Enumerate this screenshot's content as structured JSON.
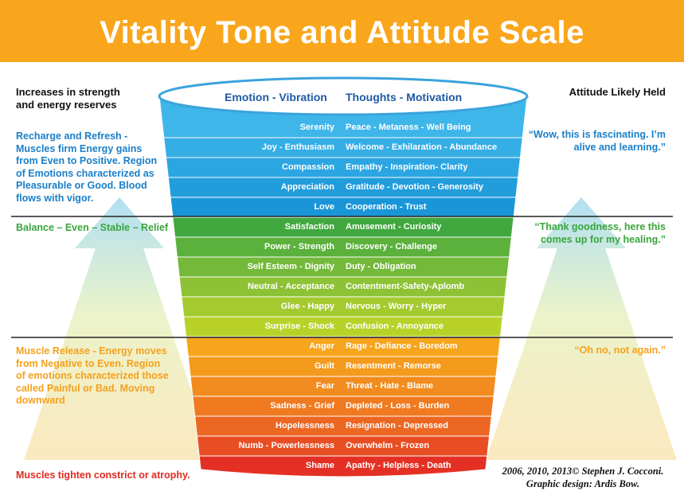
{
  "title": "Vitality Tone and Attitude Scale",
  "columns": {
    "emotion_header": "Emotion - Vibration",
    "thoughts_header": "Thoughts - Motivation"
  },
  "left": {
    "header": [
      "Increases in strength",
      "and energy reserves"
    ],
    "top_region": [
      "Recharge and Refresh -",
      "Muscles firm Energy gains",
      "from Even to Positive. Region",
      "of Emotions characterized as",
      "Pleasurable or Good. Blood",
      "flows with vigor."
    ],
    "balance": "Balance – Even – Stable – Relief",
    "bottom_region": [
      "Muscle Release - Energy moves",
      "from Negative to Even. Region",
      "of emotions characterized those",
      "called Painful or Bad. Moving",
      "downward"
    ],
    "bottom_note": "Muscles tighten constrict or atrophy."
  },
  "right": {
    "header": "Attitude Likely Held",
    "quote_top": [
      "“Wow, this is fascinating. I’m",
      "alive and learning.”"
    ],
    "quote_mid": [
      "“Thank goodness, here this",
      "comes up for my healing.”"
    ],
    "quote_bottom": "“Oh no, not again.”"
  },
  "rows": [
    {
      "emotion": "Serenity",
      "thought": "Peace - Metaness - Well Being",
      "color": "#3fb6ea"
    },
    {
      "emotion": "Joy - Enthusiasm",
      "thought": "Welcome - Exhilaration - Abundance",
      "color": "#35aee6"
    },
    {
      "emotion": "Compassion",
      "thought": "Empathy - Inspiration- Clarity",
      "color": "#2ba6e2"
    },
    {
      "emotion": "Appreciation",
      "thought": "Gratitude - Devotion - Generosity",
      "color": "#229ddc"
    },
    {
      "emotion": "Love",
      "thought": "Cooperation - Trust",
      "color": "#1a96d8"
    },
    {
      "emotion": "Satisfaction",
      "thought": "Amusement - Curiosity",
      "color": "#40a83f"
    },
    {
      "emotion": "Power - Strength",
      "thought": "Discovery - Challenge",
      "color": "#5bb13c"
    },
    {
      "emotion": "Self Esteem - Dignity",
      "thought": "Duty - Obligation",
      "color": "#74b93a"
    },
    {
      "emotion": "Neutral - Acceptance",
      "thought": "Contentment-Safety-Aplomb",
      "color": "#8ec236"
    },
    {
      "emotion": "Glee - Happy",
      "thought": "Nervous - Worry - Hyper",
      "color": "#a4ca2f"
    },
    {
      "emotion": "Surprise - Shock",
      "thought": "Confusion  - Annoyance",
      "color": "#b8d22a"
    },
    {
      "emotion": "Anger",
      "thought": "Rage - Defiance - Boredom",
      "color": "#f6a51c"
    },
    {
      "emotion": "Guilt",
      "thought": "Resentment - Remorse",
      "color": "#f49a1d"
    },
    {
      "emotion": "Fear",
      "thought": "Threat - Hate - Blame",
      "color": "#f28c1e"
    },
    {
      "emotion": "Sadness - Grief",
      "thought": "Depleted - Loss - Burden",
      "color": "#ef7a20"
    },
    {
      "emotion": "Hopelessness",
      "thought": "Resignation - Depressed",
      "color": "#ec6722"
    },
    {
      "emotion": "Numb - Powerlessness",
      "thought": "Overwhelm - Frozen",
      "color": "#e84e24"
    },
    {
      "emotion": "Shame",
      "thought": "Apathy - Helpless - Death",
      "color": "#e43024"
    }
  ],
  "credit": [
    "2006, 2010, 2013© Stephen J. Cocconi.",
    "Graphic design: Ardis Bow."
  ]
}
